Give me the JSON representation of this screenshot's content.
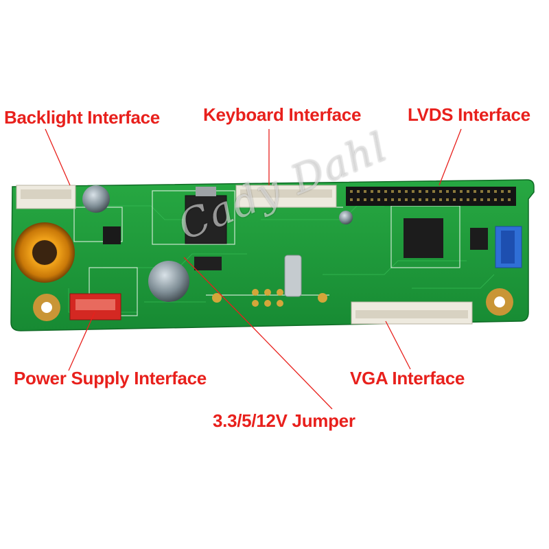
{
  "labels": {
    "backlight": "Backlight Interface",
    "keyboard": "Keyboard Interface",
    "lvds": "LVDS Interface",
    "power": "Power Supply Interface",
    "vga": "VGA Interface",
    "jumper": "3.3/5/12V Jumper"
  },
  "watermark": "Cady Dahl",
  "colors": {
    "label": "#e8201c",
    "board": "#1f9a3c",
    "leader_line": "#e8201c"
  }
}
